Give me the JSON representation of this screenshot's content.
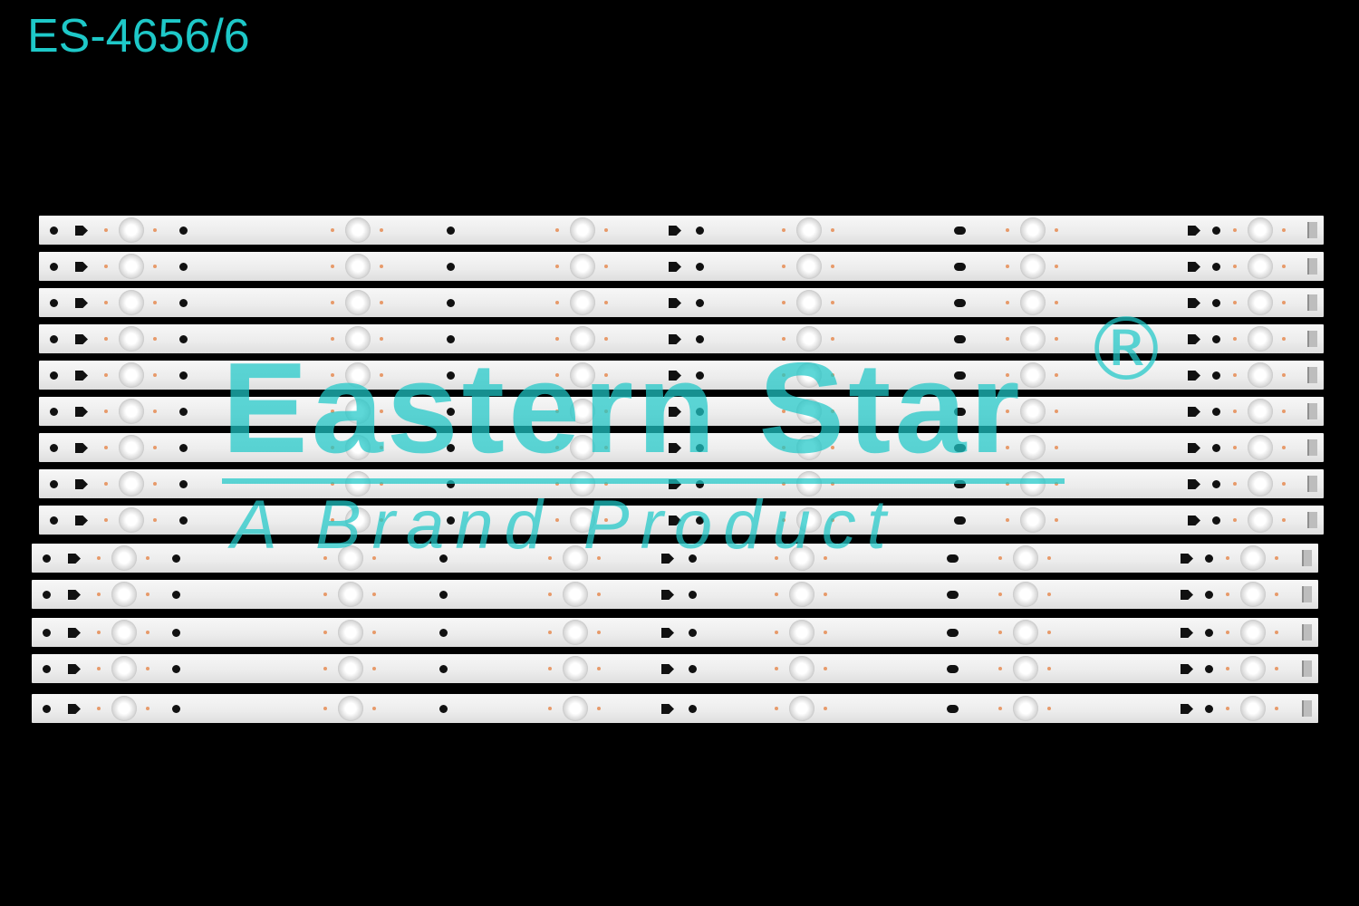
{
  "product_code": "ES-4656/6",
  "watermark": {
    "brand": "Eastern Star",
    "registered_mark": "®",
    "tagline": "A Brand Product",
    "color": "#1ec8c8"
  },
  "photo": {
    "background_color": "#000000",
    "strip_color": "#f2f2f2",
    "strip_count": 14,
    "leds_per_strip": 6
  }
}
